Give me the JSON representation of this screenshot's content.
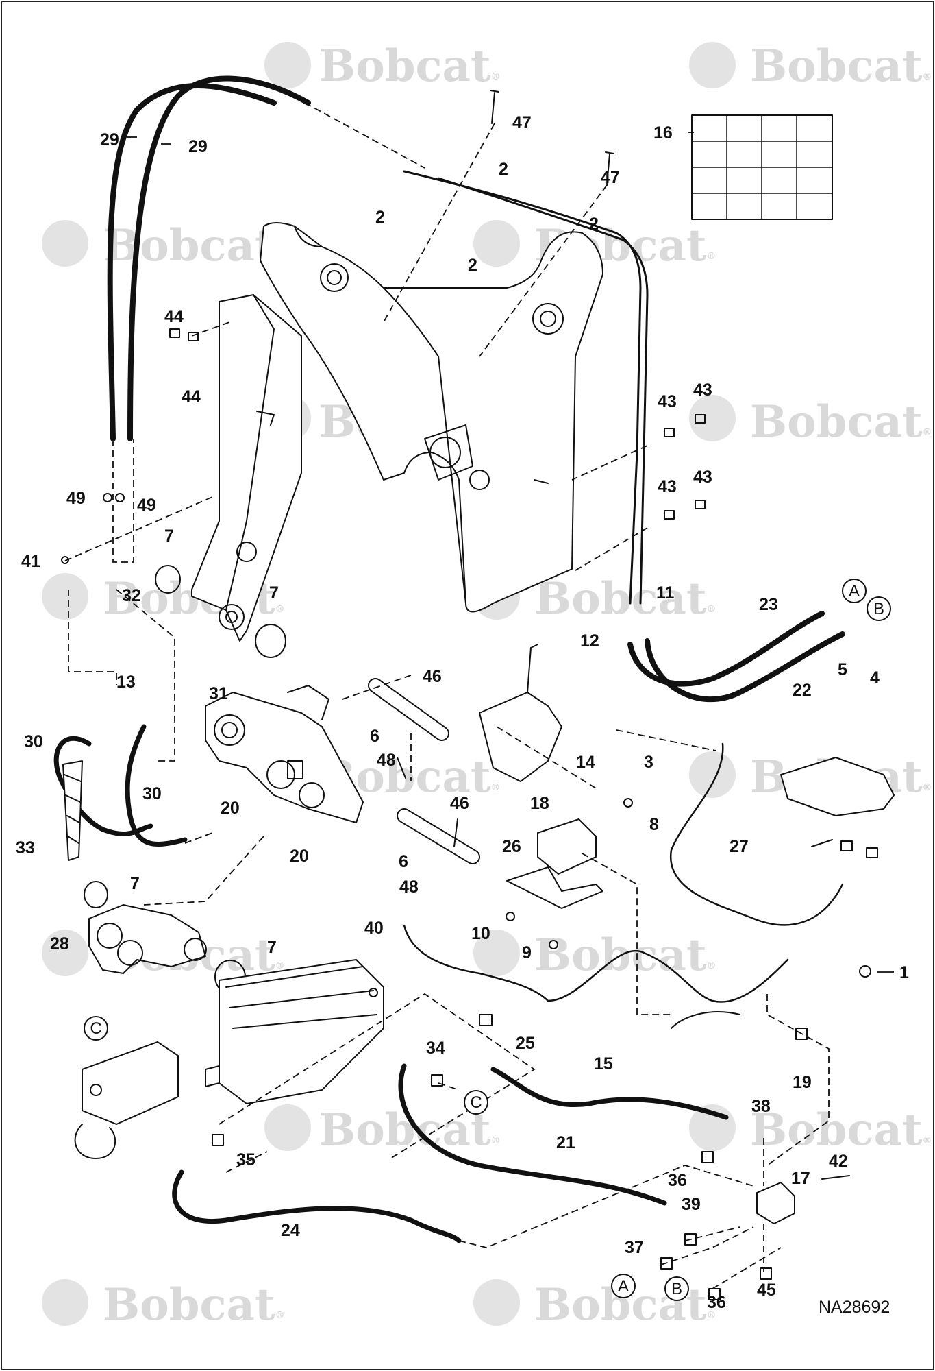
{
  "watermark": {
    "brand": "Bobcat",
    "mark": "®"
  },
  "drawing_code": "NA28692",
  "callouts": [
    {
      "id": "c1",
      "text": "1"
    },
    {
      "id": "c2a",
      "text": "2"
    },
    {
      "id": "c2b",
      "text": "2"
    },
    {
      "id": "c2c",
      "text": "2"
    },
    {
      "id": "c2d",
      "text": "2"
    },
    {
      "id": "c3",
      "text": "3"
    },
    {
      "id": "c4",
      "text": "4"
    },
    {
      "id": "c5",
      "text": "5"
    },
    {
      "id": "c6a",
      "text": "6"
    },
    {
      "id": "c6b",
      "text": "6"
    },
    {
      "id": "c7a",
      "text": "7"
    },
    {
      "id": "c7b",
      "text": "7"
    },
    {
      "id": "c7c",
      "text": "7"
    },
    {
      "id": "c7d",
      "text": "7"
    },
    {
      "id": "c8",
      "text": "8"
    },
    {
      "id": "c9",
      "text": "9"
    },
    {
      "id": "c10",
      "text": "10"
    },
    {
      "id": "c11",
      "text": "11"
    },
    {
      "id": "c12",
      "text": "12"
    },
    {
      "id": "c13",
      "text": "13"
    },
    {
      "id": "c14",
      "text": "14"
    },
    {
      "id": "c15",
      "text": "15"
    },
    {
      "id": "c16",
      "text": "16"
    },
    {
      "id": "c17",
      "text": "17"
    },
    {
      "id": "c18",
      "text": "18"
    },
    {
      "id": "c19",
      "text": "19"
    },
    {
      "id": "c20a",
      "text": "20"
    },
    {
      "id": "c20b",
      "text": "20"
    },
    {
      "id": "c21",
      "text": "21"
    },
    {
      "id": "c22",
      "text": "22"
    },
    {
      "id": "c23",
      "text": "23"
    },
    {
      "id": "c24",
      "text": "24"
    },
    {
      "id": "c25",
      "text": "25"
    },
    {
      "id": "c26",
      "text": "26"
    },
    {
      "id": "c27",
      "text": "27"
    },
    {
      "id": "c28",
      "text": "28"
    },
    {
      "id": "c29a",
      "text": "29"
    },
    {
      "id": "c29b",
      "text": "29"
    },
    {
      "id": "c30a",
      "text": "30"
    },
    {
      "id": "c30b",
      "text": "30"
    },
    {
      "id": "c31",
      "text": "31"
    },
    {
      "id": "c32",
      "text": "32"
    },
    {
      "id": "c33",
      "text": "33"
    },
    {
      "id": "c34",
      "text": "34"
    },
    {
      "id": "c35",
      "text": "35"
    },
    {
      "id": "c36a",
      "text": "36"
    },
    {
      "id": "c36b",
      "text": "36"
    },
    {
      "id": "c37",
      "text": "37"
    },
    {
      "id": "c38",
      "text": "38"
    },
    {
      "id": "c39",
      "text": "39"
    },
    {
      "id": "c40",
      "text": "40"
    },
    {
      "id": "c41",
      "text": "41"
    },
    {
      "id": "c42",
      "text": "42"
    },
    {
      "id": "c43a",
      "text": "43"
    },
    {
      "id": "c43b",
      "text": "43"
    },
    {
      "id": "c43c",
      "text": "43"
    },
    {
      "id": "c43d",
      "text": "43"
    },
    {
      "id": "c44a",
      "text": "44"
    },
    {
      "id": "c44b",
      "text": "44"
    },
    {
      "id": "c45",
      "text": "45"
    },
    {
      "id": "c46a",
      "text": "46"
    },
    {
      "id": "c46b",
      "text": "46"
    },
    {
      "id": "c47a",
      "text": "47"
    },
    {
      "id": "c47b",
      "text": "47"
    },
    {
      "id": "c48a",
      "text": "48"
    },
    {
      "id": "c48b",
      "text": "48"
    },
    {
      "id": "c49a",
      "text": "49"
    },
    {
      "id": "c49b",
      "text": "49"
    }
  ],
  "connectors": [
    {
      "id": "kA1",
      "text": "A"
    },
    {
      "id": "kB1",
      "text": "B"
    },
    {
      "id": "kC1",
      "text": "C"
    },
    {
      "id": "kC2",
      "text": "C"
    },
    {
      "id": "kA2",
      "text": "A"
    },
    {
      "id": "kB2",
      "text": "B"
    }
  ]
}
